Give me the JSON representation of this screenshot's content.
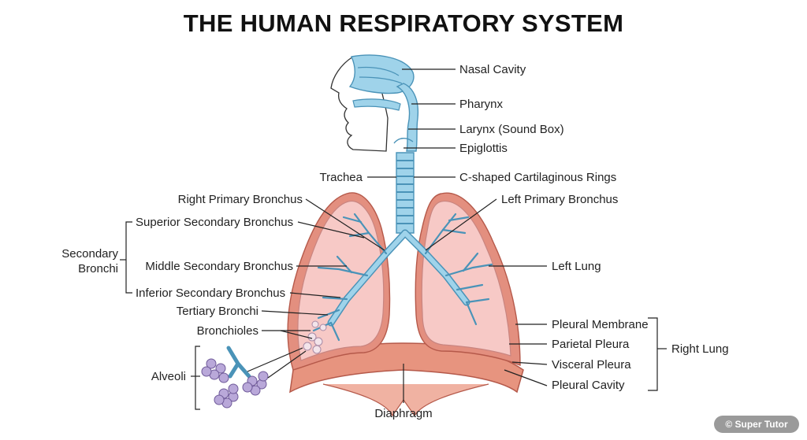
{
  "title": "THE HUMAN RESPIRATORY SYSTEM",
  "labels": {
    "nasal_cavity": "Nasal Cavity",
    "pharynx": "Pharynx",
    "larynx": "Larynx (Sound Box)",
    "epiglottis": "Epiglottis",
    "trachea": "Trachea",
    "cartilage_rings": "C-shaped Cartilaginous Rings",
    "right_primary_bronchus": "Right Primary Bronchus",
    "left_primary_bronchus": "Left Primary Bronchus",
    "superior_secondary_bronchus": "Superior Secondary Bronchus",
    "secondary_bronchi_line1": "Secondary",
    "secondary_bronchi_line2": "Bronchi",
    "middle_secondary_bronchus": "Middle Secondary Bronchus",
    "left_lung": "Left Lung",
    "inferior_secondary_bronchus": "Inferior Secondary Bronchus",
    "tertiary_bronchi": "Tertiary Bronchi",
    "pleural_membrane": "Pleural Membrane",
    "bronchioles": "Bronchioles",
    "parietal_pleura": "Parietal Pleura",
    "right_lung": "Right Lung",
    "visceral_pleura": "Visceral Pleura",
    "alveoli": "Alveoli",
    "pleural_cavity": "Pleural Cavity",
    "diaphragm": "Diaphragm"
  },
  "watermark": "© Super Tutor",
  "colors": {
    "airway": "#9fd3ea",
    "airway_stroke": "#4a93b8",
    "lung": "#f7c9c6",
    "lung_stroke": "#c98580",
    "pleura_outer": "#e38f7f",
    "diaphragm": "#e7947f",
    "alveoli": "#b9a8d9"
  }
}
